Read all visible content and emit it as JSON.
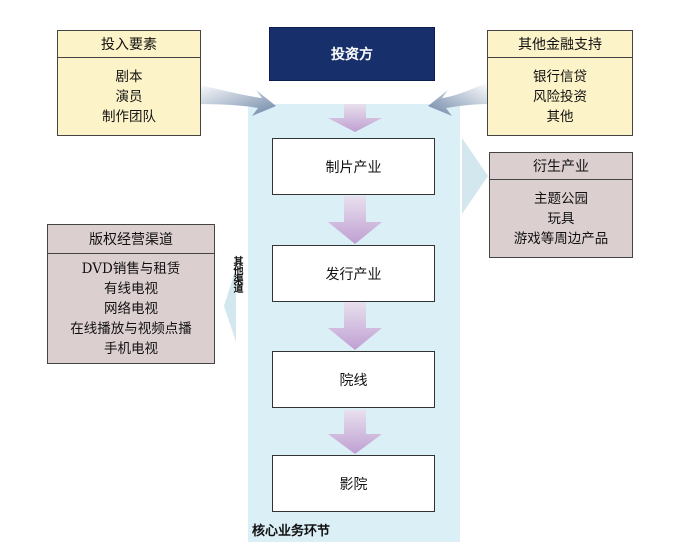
{
  "investor": {
    "label": "投资方"
  },
  "inputs": {
    "title": "投入要素",
    "items": [
      "剧本",
      "演员",
      "制作团队"
    ]
  },
  "finance": {
    "title": "其他金融支持",
    "items": [
      "银行信贷",
      "风险投资",
      "其他"
    ]
  },
  "derivatives": {
    "title": "衍生产业",
    "items": [
      "主题公园",
      "玩具",
      "游戏等周边产品"
    ]
  },
  "copyright": {
    "title": "版权经营渠道",
    "items": [
      "DVD销售与租赁",
      "有线电视",
      "网络电视",
      "在线播放与视频点播",
      "手机电视"
    ]
  },
  "chain": {
    "steps": [
      "制片产业",
      "发行产业",
      "院线",
      "影院"
    ]
  },
  "other_channels": {
    "label": "其他渠道"
  },
  "core": {
    "label": "核心业务环节"
  },
  "colors": {
    "core_panel": "#dbeff6",
    "investor": "#17306c",
    "input_box": "#fdf3c8",
    "output_box": "#dccfd0",
    "down_arrow": "#c3a8d4",
    "side_arrow": "#d5e8ef"
  }
}
